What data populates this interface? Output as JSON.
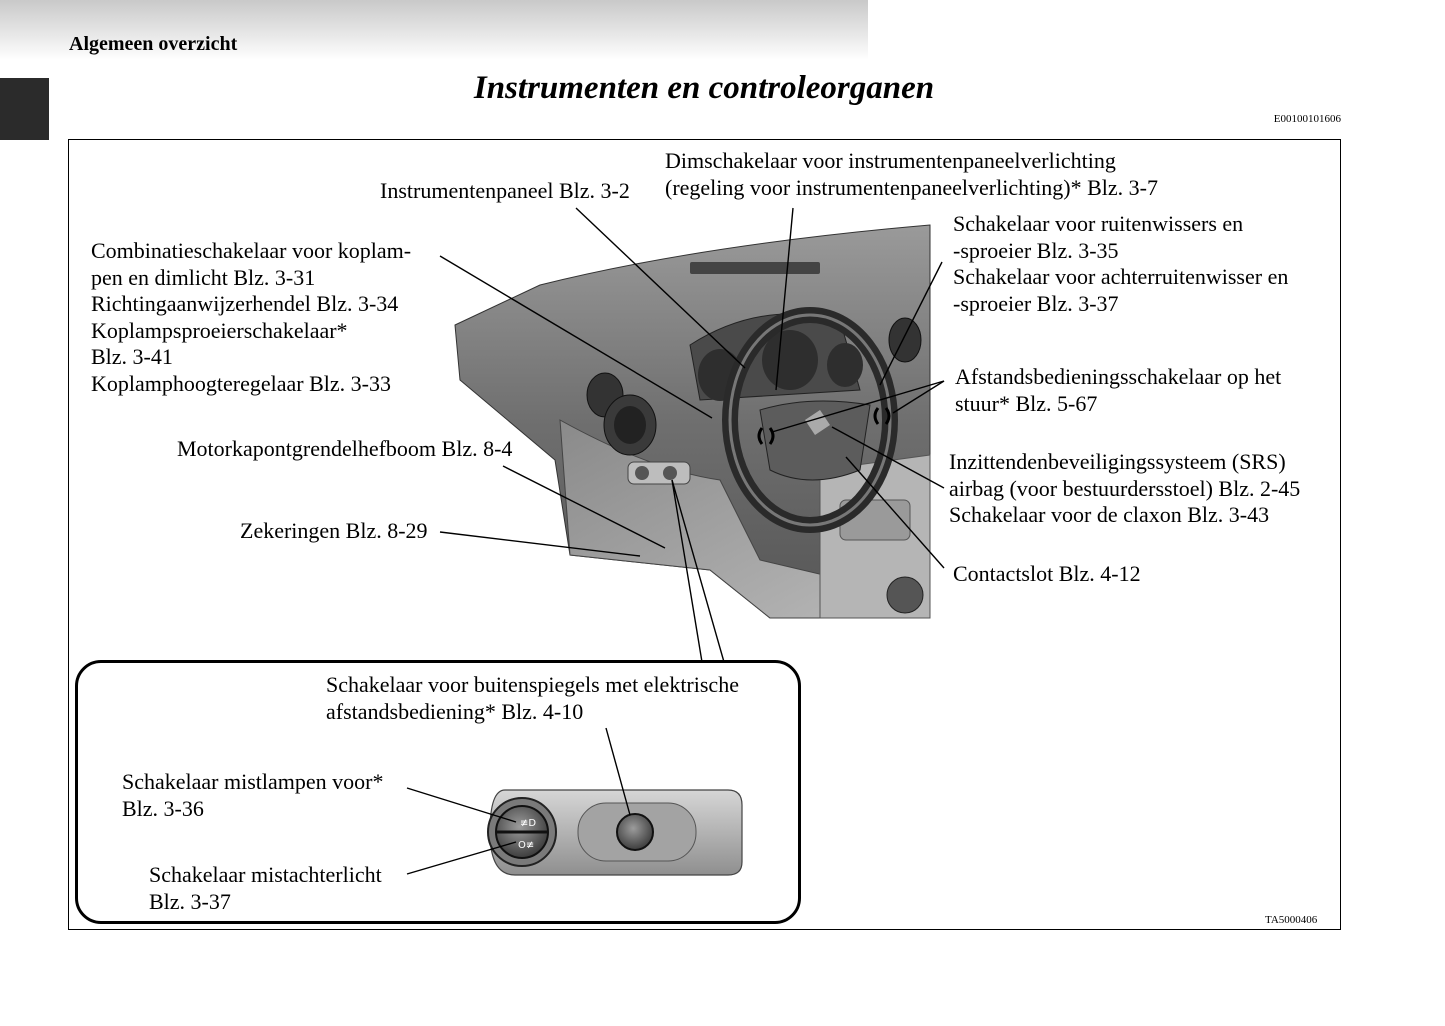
{
  "header": {
    "section_label": "Algemeen overzicht",
    "title": "Instrumenten en controleorganen",
    "doc_code": "E00100101606"
  },
  "figure": {
    "figure_code": "TA5000406",
    "labels": {
      "instrument_panel": "Instrumentenpaneel Blz. 3-2",
      "dimmer_line1": "Dimschakelaar voor instrumentenpaneelverlichting",
      "dimmer_line2": "(regeling voor instrumentenpaneelverlichting)* Blz. 3-7",
      "combi_line1": "Combinatieschakelaar voor koplam-",
      "combi_line2": "pen en dimlicht Blz. 3-31",
      "combi_line3": "Richtingaanwijzerhendel Blz. 3-34",
      "combi_line4": "Koplampsproeierschakelaar*",
      "combi_line5": "Blz. 3-41",
      "combi_line6": "Koplamphoogteregelaar Blz. 3-33",
      "wiper_line1": "Schakelaar voor ruitenwissers en",
      "wiper_line2": "-sproeier Blz. 3-35",
      "wiper_line3": "Schakelaar voor achterruitenwisser en",
      "wiper_line4": "-sproeier Blz. 3-37",
      "remote_line1": "Afstandsbedieningsschakelaar op het",
      "remote_line2": "stuur* Blz. 5-67",
      "hood": "Motorkapontgrendelhefboom Blz. 8-4",
      "srs_line1": "Inzittendenbeveiligingssysteem (SRS)",
      "srs_line2": "airbag (voor bestuurdersstoel) Blz. 2-45",
      "srs_line3": "Schakelaar voor de claxon Blz. 3-43",
      "fuses": "Zekeringen Blz. 8-29",
      "ignition": "Contactslot Blz. 4-12",
      "mirror_line1": "Schakelaar voor buitenspiegels met elektrische",
      "mirror_line2": "afstandsbediening* Blz. 4-10",
      "front_fog_line1": "Schakelaar mistlampen voor*",
      "front_fog_line2": "Blz. 3-36",
      "rear_fog_line1": "Schakelaar mistachterlicht",
      "rear_fog_line2": "Blz. 3-37"
    }
  }
}
